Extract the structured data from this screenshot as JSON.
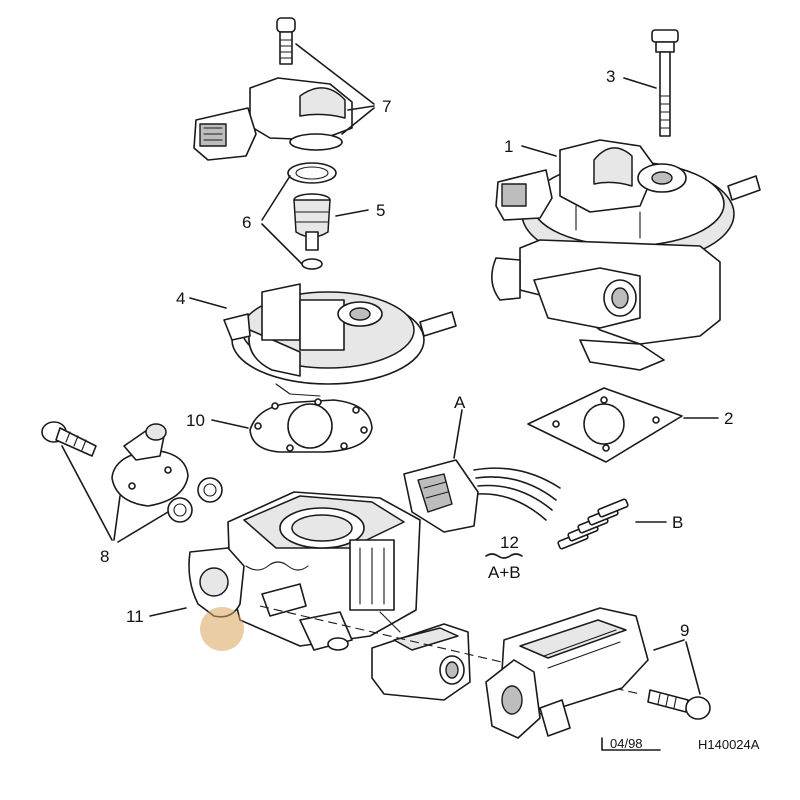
{
  "callouts": {
    "c1": "1",
    "c2": "2",
    "c3": "3",
    "c4": "4",
    "c5": "5",
    "c6": "6",
    "c7": "7",
    "c8": "8",
    "c9": "9",
    "c10": "10",
    "c11": "11",
    "cA": "A",
    "cB": "B"
  },
  "combo": {
    "top": "12",
    "bottom": "A+B"
  },
  "footer": {
    "date": "04/98",
    "ref": "H140024A"
  },
  "highlight_color": "#d9a25b"
}
